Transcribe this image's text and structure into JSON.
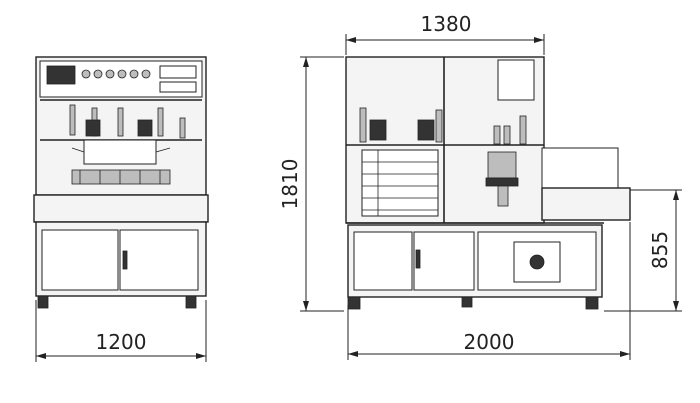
{
  "dimensions": {
    "front_width": "1200",
    "total_height": "1810",
    "side_top_width": "1380",
    "side_bottom_width": "2000",
    "table_height": "855"
  }
}
